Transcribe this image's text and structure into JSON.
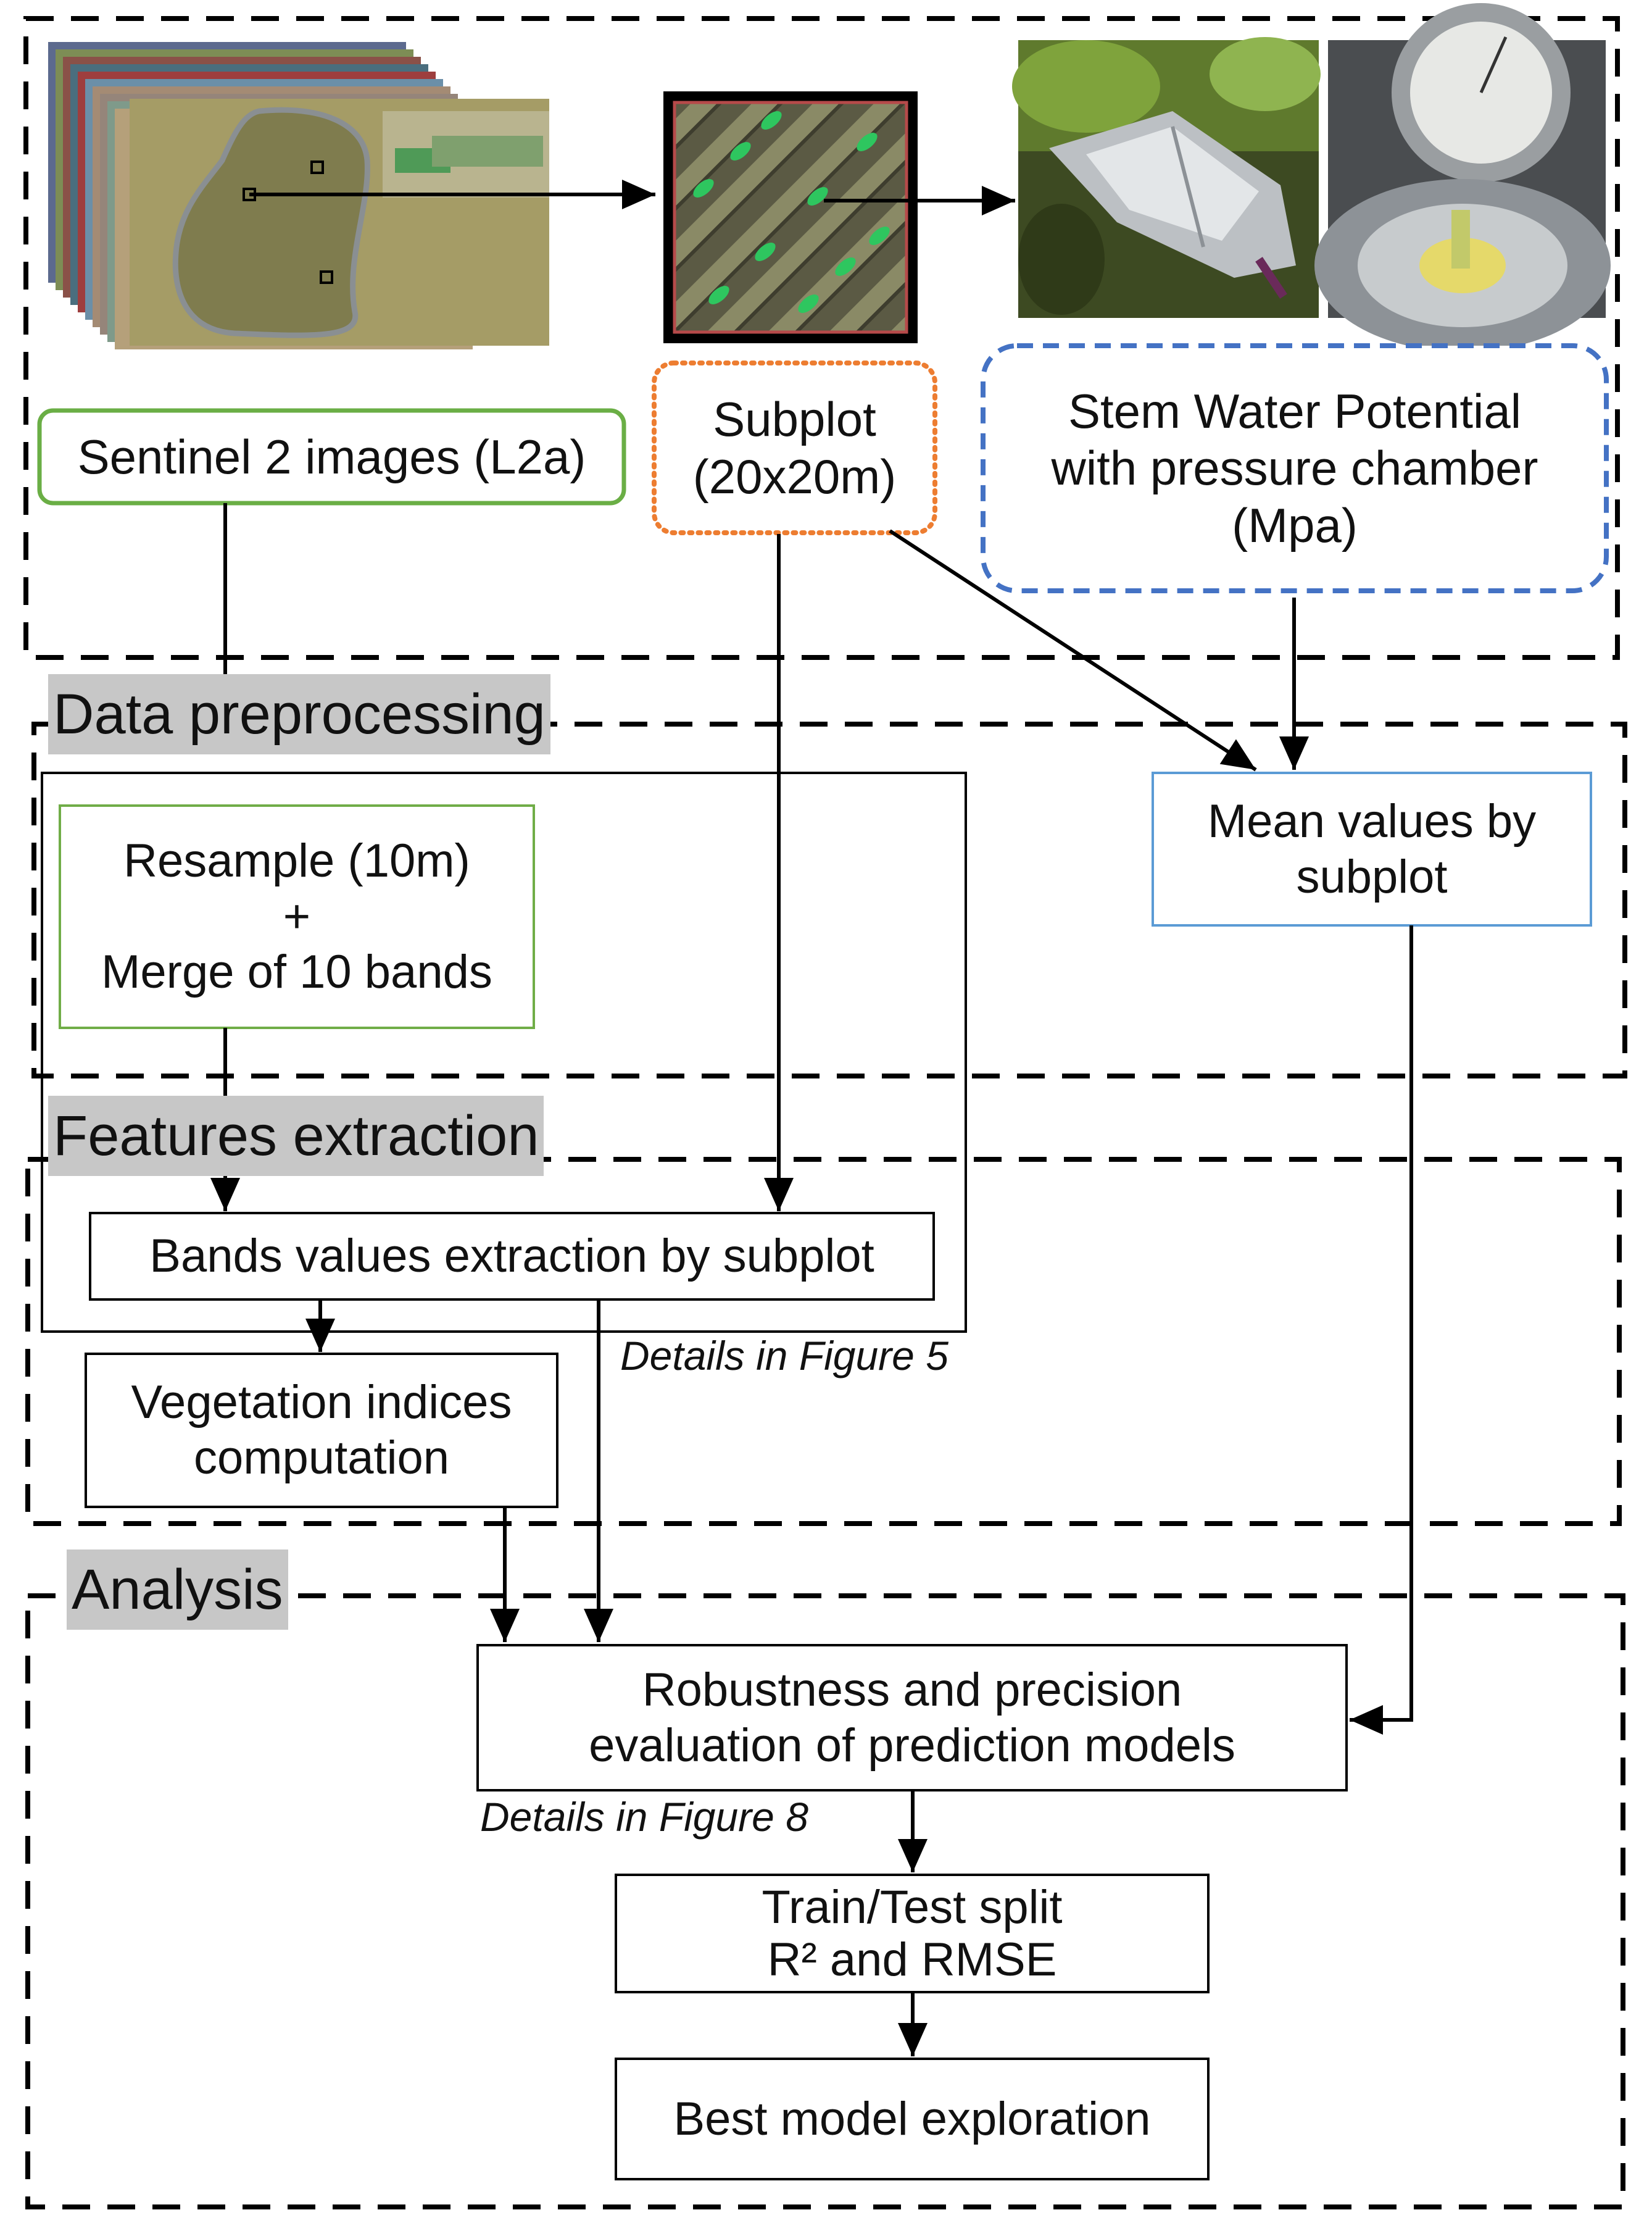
{
  "inputs": {
    "sentinel": "Sentinel 2 images (L2a)",
    "subplot": [
      "Subplot",
      "(20x20m)"
    ],
    "swp": [
      "Stem Water Potential",
      "with pressure chamber",
      "(Mpa)"
    ]
  },
  "sections": {
    "preprocessing": "Data preprocessing",
    "features": "Features extraction",
    "analysis": "Analysis"
  },
  "steps": {
    "resample": [
      "Resample (10m)",
      "+",
      "Merge of 10 bands"
    ],
    "mean_values": [
      "Mean values by",
      "subplot"
    ],
    "bands_extraction": "Bands values extraction by subplot",
    "vegetation": [
      "Vegetation indices",
      "computation"
    ],
    "robustness": [
      "Robustness and precision",
      "evaluation of prediction models"
    ],
    "train_test": [
      "Train/Test split",
      "R² and RMSE"
    ],
    "best_model": "Best model exploration"
  },
  "notes": {
    "figure5": "Details in Figure 5",
    "figure8": "Details in Figure 8"
  },
  "colors": {
    "sentinel_border": "#6aae45",
    "subplot_border": "#ed7d31",
    "swp_border": "#4472c4",
    "mean_border": "#5b9bd5",
    "resample_border": "#70ad47",
    "section_title_bg": "#c7c7c7"
  }
}
